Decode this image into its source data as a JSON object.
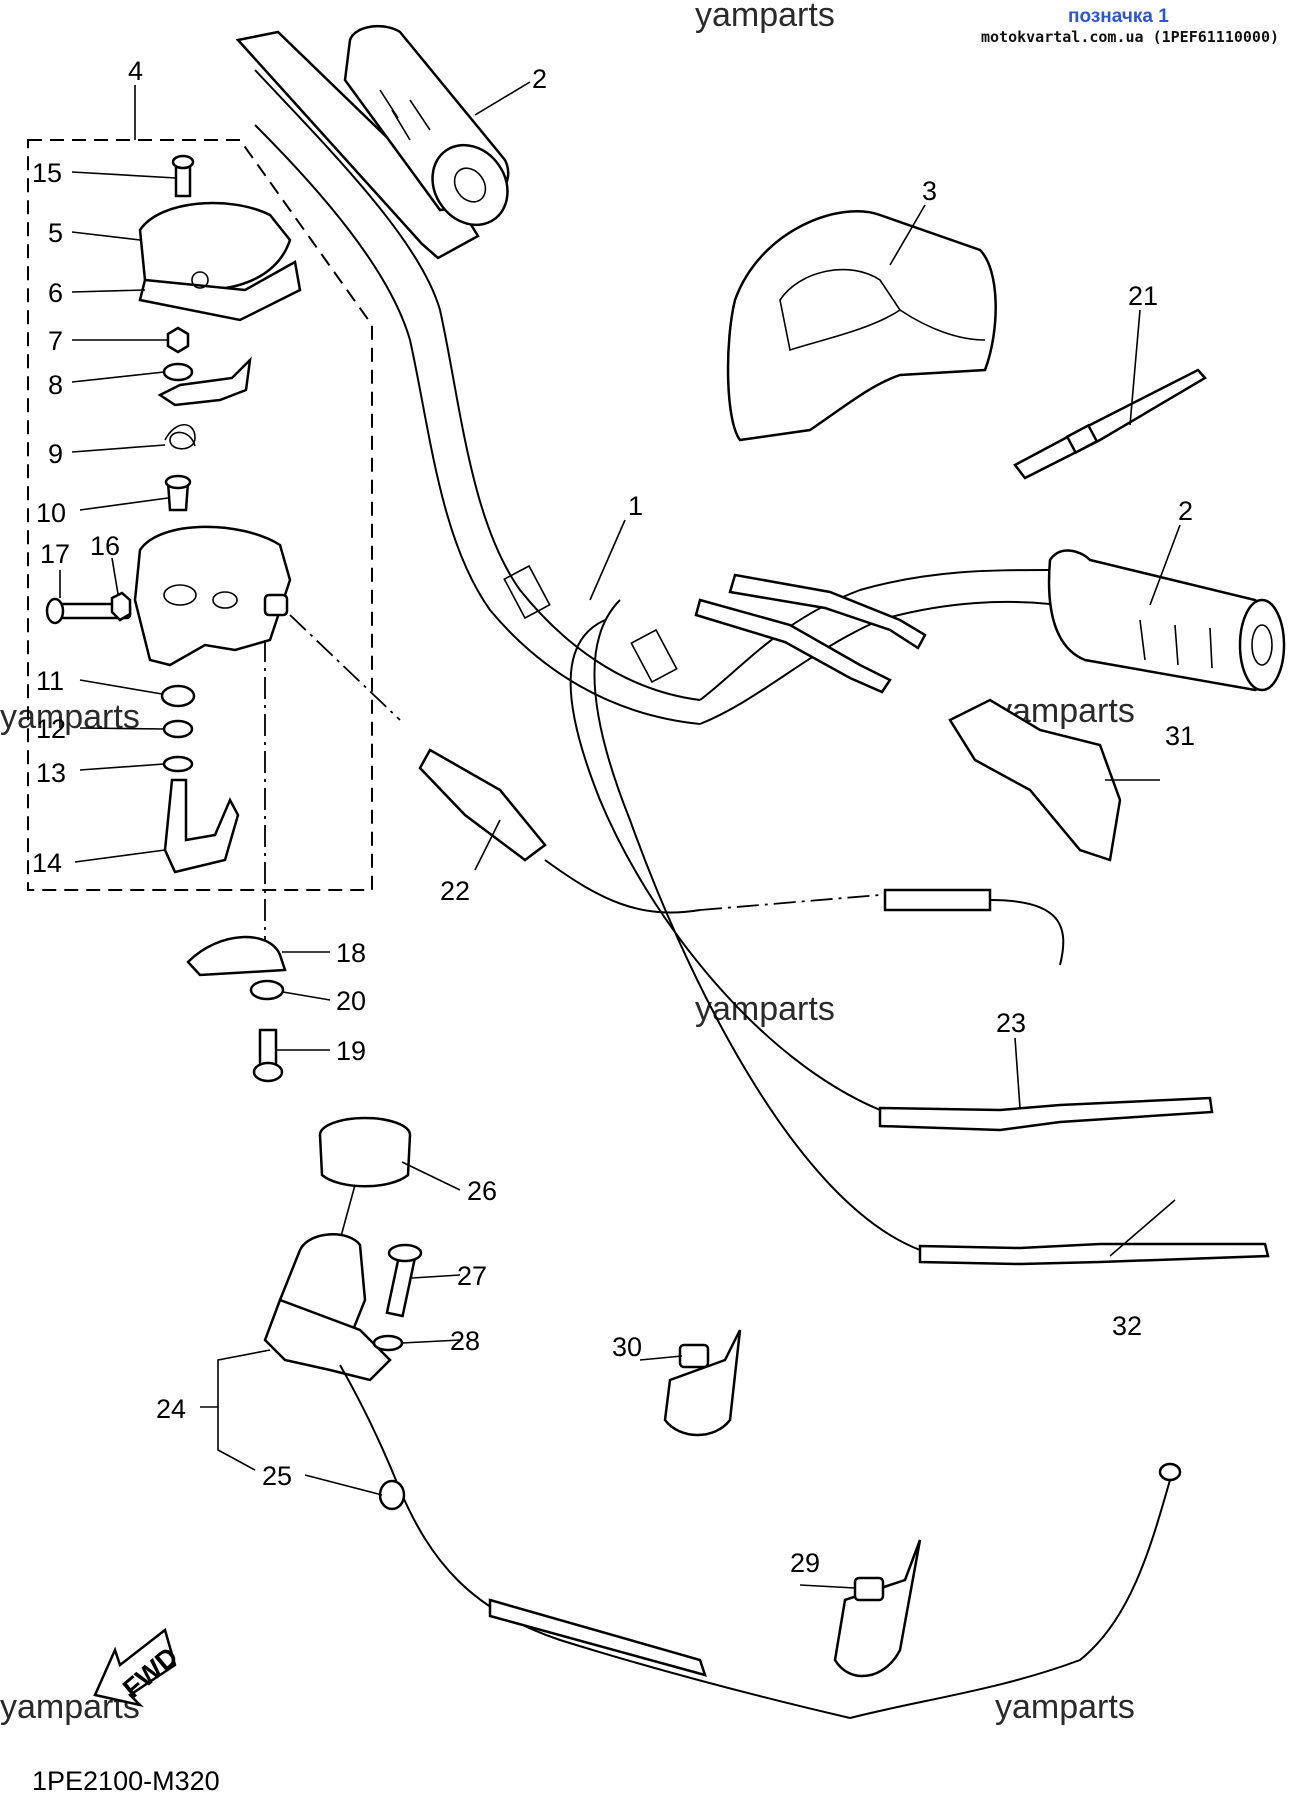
{
  "stamp": {
    "title": "позначка 1",
    "subtitle": "motokvartal.com.ua (1PEF61110000)"
  },
  "watermark": "yamparts",
  "diagram_code": "1PE2100-M320",
  "fwd_label": "FWD",
  "callouts": {
    "c1": "1",
    "c2a": "2",
    "c2b": "2",
    "c3": "3",
    "c4": "4",
    "c5": "5",
    "c6": "6",
    "c7": "7",
    "c8": "8",
    "c9": "9",
    "c10": "10",
    "c11": "11",
    "c12": "12",
    "c13": "13",
    "c14": "14",
    "c15": "15",
    "c16": "16",
    "c17": "17",
    "c18": "18",
    "c19": "19",
    "c20": "20",
    "c21": "21",
    "c22": "22",
    "c23": "23",
    "c24": "24",
    "c25": "25",
    "c26": "26",
    "c27": "27",
    "c28": "28",
    "c29": "29",
    "c30": "30",
    "c31": "31",
    "c32": "32"
  }
}
